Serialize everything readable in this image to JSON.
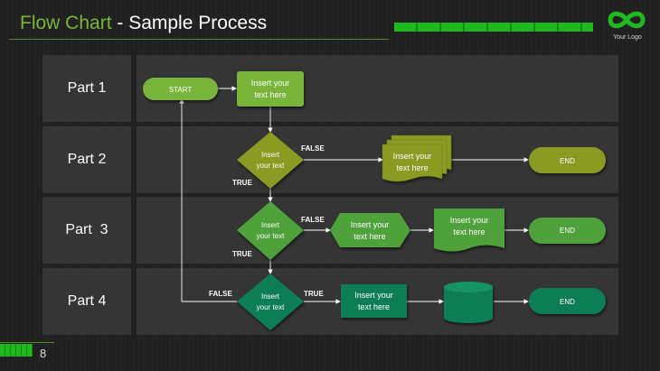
{
  "header": {
    "title_part1": "Flow Chart",
    "title_part2": " - Sample Process",
    "logo_text": "Your Logo"
  },
  "lanes": [
    {
      "label": "Part 1"
    },
    {
      "label": "Part 2"
    },
    {
      "label": "Part  3"
    },
    {
      "label": "Part 4"
    }
  ],
  "shapes": {
    "start": "START",
    "p1_box": [
      "Insert your",
      "text here"
    ],
    "p2_decision": [
      "Insert",
      "your text"
    ],
    "p2_docs": [
      "Insert your",
      "text here"
    ],
    "p2_end": "END",
    "p3_decision": [
      "Insert",
      "your text"
    ],
    "p3_hex": [
      "Insert your",
      "text here"
    ],
    "p3_doc": [
      "Insert your",
      "text here"
    ],
    "p3_end": "END",
    "p4_decision": [
      "Insert",
      "your text"
    ],
    "p4_box": [
      "Insert your",
      "text here"
    ],
    "p4_end": "END"
  },
  "labels": {
    "p2_false": "FALSE",
    "p2_true": "TRUE",
    "p3_false": "FALSE",
    "p3_true": "TRUE",
    "p4_false": "FALSE",
    "p4_true": "TRUE"
  },
  "colors": {
    "olive": "#8a9a22",
    "light_green": "#7ab53a",
    "mid_green": "#4fa13a",
    "teal": "#0f7d55",
    "accent": "#1fb81f"
  },
  "footer": {
    "page_number": "8"
  }
}
